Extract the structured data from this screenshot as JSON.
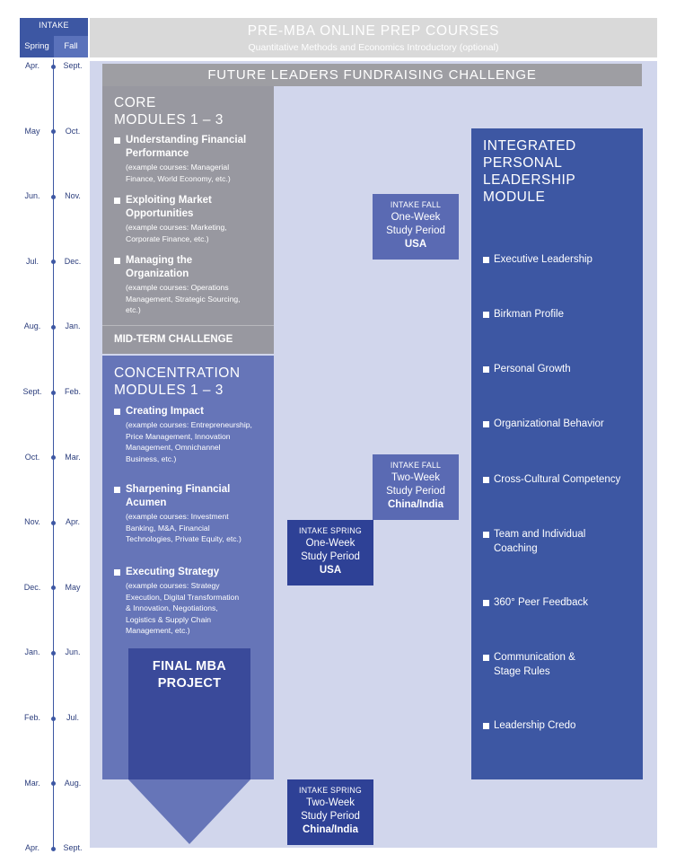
{
  "intake": {
    "title": "INTAKE",
    "spring": "Spring",
    "fall": "Fall"
  },
  "timeline": [
    {
      "spring": "Apr.",
      "fall": "Sept."
    },
    {
      "spring": "May",
      "fall": "Oct."
    },
    {
      "spring": "Jun.",
      "fall": "Nov."
    },
    {
      "spring": "Jul.",
      "fall": "Dec."
    },
    {
      "spring": "Aug.",
      "fall": "Jan."
    },
    {
      "spring": "Sept.",
      "fall": "Feb."
    },
    {
      "spring": "Oct.",
      "fall": "Mar."
    },
    {
      "spring": "Nov.",
      "fall": "Apr."
    },
    {
      "spring": "Dec.",
      "fall": "May"
    },
    {
      "spring": "Jan.",
      "fall": "Jun."
    },
    {
      "spring": "Feb.",
      "fall": "Jul."
    },
    {
      "spring": "Mar.",
      "fall": "Aug."
    },
    {
      "spring": "Apr.",
      "fall": "Sept."
    }
  ],
  "prep": {
    "title": "PRE-MBA ONLINE PREP COURSES",
    "subtitle": "Quantitative Methods and Economics Introductory (optional)"
  },
  "fundraising": "FUTURE LEADERS FUNDRAISING CHALLENGE",
  "core": {
    "title_line1": "CORE",
    "title_line2": "MODULES 1 – 3",
    "items": [
      {
        "heading_line1": "Understanding Financial",
        "heading_line2": "Performance",
        "example_line1": "(example courses: Managerial",
        "example_line2": "Finance, World Economy, etc.)",
        "example_line3": ""
      },
      {
        "heading_line1": "Exploiting Market",
        "heading_line2": "Opportunities",
        "example_line1": "(example courses: Marketing,",
        "example_line2": "Corporate Finance, etc.)",
        "example_line3": ""
      },
      {
        "heading_line1": "Managing the",
        "heading_line2": "Organization",
        "example_line1": "(example courses: Operations",
        "example_line2": "Management, Strategic Sourcing,",
        "example_line3": "etc.)"
      }
    ]
  },
  "midterm": "MID-TERM CHALLENGE",
  "concentration": {
    "title_line1": "CONCENTRATION",
    "title_line2": "MODULES 1 – 3",
    "items": [
      {
        "heading_line1": "Creating Impact",
        "heading_line2": "",
        "example_lines": [
          "(example courses: Entrepreneurship,",
          "Price Management, Innovation",
          "Management, Omnichannel",
          "Business, etc.)"
        ]
      },
      {
        "heading_line1": "Sharpening Financial",
        "heading_line2": "Acumen",
        "example_lines": [
          "(example courses: Investment",
          "Banking, M&A, Financial",
          "Technologies, Private Equity, etc.)"
        ]
      },
      {
        "heading_line1": "Executing Strategy",
        "heading_line2": "",
        "example_lines": [
          "(example courses: Strategy",
          "Execution, Digital Transformation",
          "& Innovation, Negotiations,",
          "Logistics & Supply Chain",
          "Management, etc.)"
        ]
      }
    ]
  },
  "final_project": {
    "line1": "FINAL MBA",
    "line2": "PROJECT"
  },
  "study_periods": [
    {
      "label": "INTAKE FALL",
      "line1": "One-Week",
      "line2": "Study Period",
      "location": "USA"
    },
    {
      "label": "INTAKE FALL",
      "line1": "Two-Week",
      "line2": "Study Period",
      "location": "China/India"
    },
    {
      "label": "INTAKE SPRING",
      "line1": "One-Week",
      "line2": "Study Period",
      "location": "USA"
    },
    {
      "label": "INTAKE SPRING",
      "line1": "Two-Week",
      "line2": "Study Period",
      "location": "China/India"
    }
  ],
  "leadership": {
    "title_lines": [
      "INTEGRATED",
      "PERSONAL",
      "LEADERSHIP",
      "MODULE"
    ],
    "items": [
      {
        "line1": "Executive Leadership",
        "line2": ""
      },
      {
        "line1": "Birkman Profile",
        "line2": ""
      },
      {
        "line1": "Personal Growth",
        "line2": ""
      },
      {
        "line1": "Organizational Behavior",
        "line2": ""
      },
      {
        "line1": "Cross-Cultural Competency",
        "line2": ""
      },
      {
        "line1": "Team and Individual",
        "line2": "Coaching"
      },
      {
        "line1": "360° Peer Feedback",
        "line2": ""
      },
      {
        "line1": "Communication &",
        "line2": "Stage Rules"
      },
      {
        "line1": "Leadership Credo",
        "line2": ""
      }
    ]
  },
  "colors": {
    "accent": "#3d57a3",
    "core": "#9898a0",
    "concentration": "#6675b8",
    "background": "#d1d6ec",
    "prep": "#d9d9d9"
  }
}
